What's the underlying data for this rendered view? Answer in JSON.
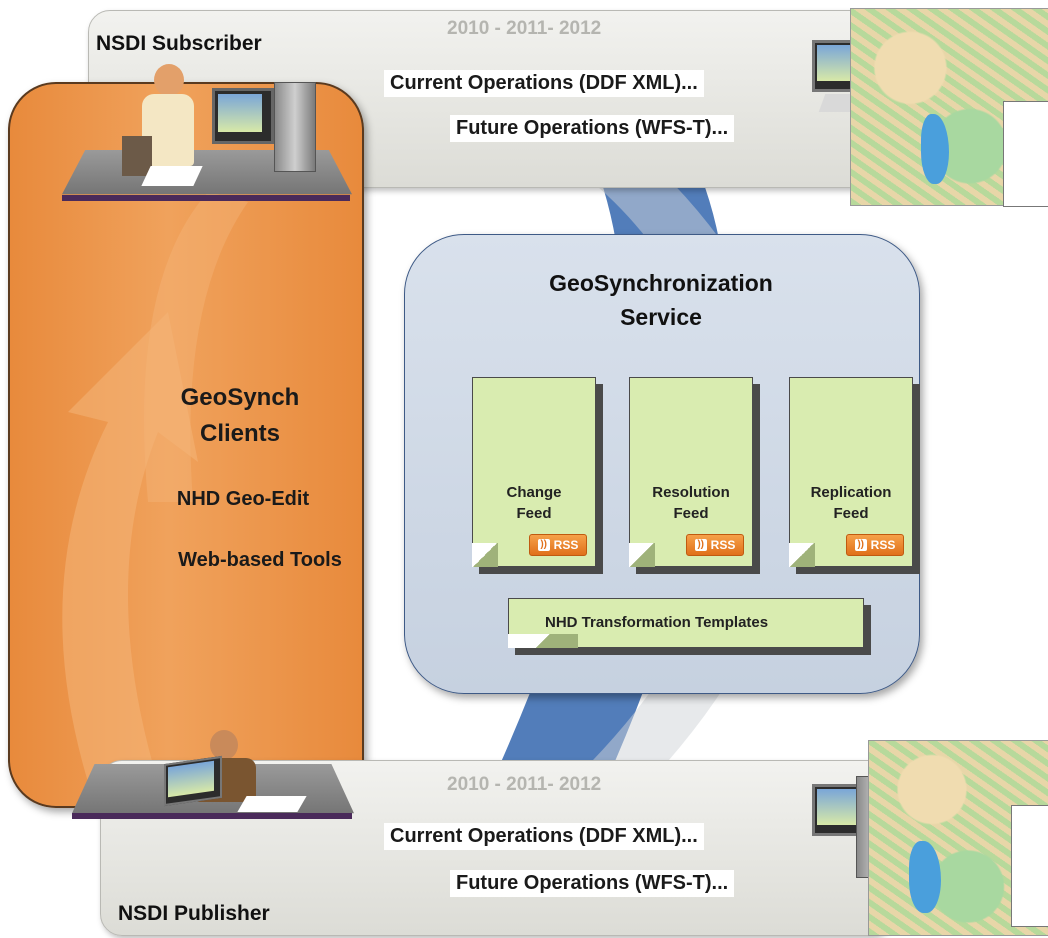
{
  "subscriber": {
    "title": "NSDI Subscriber",
    "years": "2010 - 2011- 2012",
    "current_ops": "Current Operations (DDF XML)...",
    "future_ops": "Future Operations (WFS-T)..."
  },
  "publisher": {
    "title": "NSDI Publisher",
    "years": "2010 - 2011- 2012",
    "current_ops": "Current Operations (DDF XML)...",
    "future_ops": "Future Operations (WFS-T)..."
  },
  "clients": {
    "title_line1": "GeoSynch",
    "title_line2": "Clients",
    "item1": "NHD Geo-Edit",
    "item2": "Web-based Tools"
  },
  "service": {
    "title_line1": "GeoSynchronization",
    "title_line2": "Service",
    "feeds": [
      {
        "line1": "Change",
        "line2": "Feed",
        "badge": "RSS"
      },
      {
        "line1": "Resolution",
        "line2": "Feed",
        "badge": "RSS"
      },
      {
        "line1": "Replication",
        "line2": "Feed",
        "badge": "RSS"
      }
    ],
    "templates": "NHD Transformation Templates"
  },
  "colors": {
    "clients_fill": "#e88a3c",
    "service_fill": "#c6d1e0",
    "feed_fill": "#d9ecb0",
    "arrow_blue": "#3f6fb2"
  },
  "icons": [
    "woman-at-desk-icon",
    "man-at-desk-icon",
    "computer-icon",
    "map-thumbnail-icon",
    "rss-icon"
  ]
}
